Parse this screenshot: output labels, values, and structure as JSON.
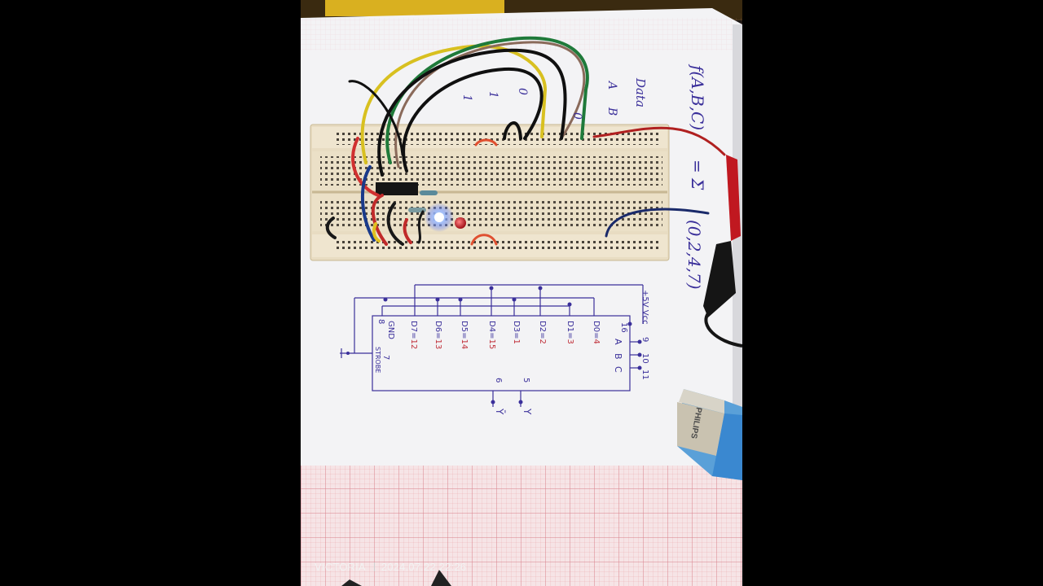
{
  "photo": {
    "function_line_1": "f(A,B,C)",
    "function_line_2": "= Σ",
    "function_line_3": "(0,2,4,7)",
    "data_header": "Data",
    "input_letters": [
      "A",
      "B"
    ],
    "data_values": [
      "0",
      "1",
      "1",
      "0"
    ],
    "schematic": {
      "supply_label": "+5V Vcc",
      "pin_numbers_top": [
        "8",
        "16"
      ],
      "gnd_label": "GND",
      "data_pins": [
        "D7=12",
        "D6=13",
        "D5=14",
        "D4=15",
        "D3=1",
        "D2=2",
        "D1=3",
        "D0=4"
      ],
      "strobe_pin": "7",
      "strobe_label": "STROBE",
      "select_pins": [
        "9",
        "10",
        "11"
      ],
      "select_labels": [
        "A",
        "B",
        "C"
      ],
      "output_pins": [
        "6",
        "5"
      ],
      "output_labels": [
        "Ȳ",
        "Y"
      ]
    },
    "battery_brand": "PHILIPS"
  },
  "watermark": {
    "brand": "VICTORIA",
    "timestamp": "2024.07.22 22:26"
  },
  "colors": {
    "paper": "#f4f4f6",
    "ink": "#3a2f9a",
    "red_ink": "#c0303a",
    "breadboard": "#e9dcc0",
    "led_blue": "#7fb0ff",
    "led_red": "#d0202a"
  }
}
